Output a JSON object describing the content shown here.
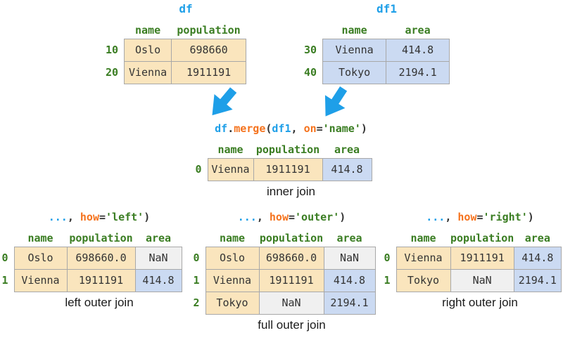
{
  "colors": {
    "azure": "#1E9FE8",
    "orange": "#F5731E",
    "green": "#3A7D22",
    "cell_wheat": "#FAE5BD",
    "cell_blue": "#CBDAF2",
    "cell_gray": "#F0F0F0",
    "cell_border": "#A8A8A8",
    "text": "#333333"
  },
  "icons": {
    "left_arrow": "thick-down-left-arrow",
    "right_arrow": "thick-down-left-arrow"
  },
  "tables": {
    "df": {
      "title": "df",
      "headers": [
        "name",
        "population"
      ],
      "rows": [
        {
          "index": "10",
          "cells": [
            "Oslo",
            "698660"
          ]
        },
        {
          "index": "20",
          "cells": [
            "Vienna",
            "1911191"
          ]
        }
      ]
    },
    "df1": {
      "title": "df1",
      "headers": [
        "name",
        "area"
      ],
      "rows": [
        {
          "index": "30",
          "cells": [
            "Vienna",
            "414.8"
          ]
        },
        {
          "index": "40",
          "cells": [
            "Tokyo",
            "2194.1"
          ]
        }
      ]
    },
    "inner": {
      "code": {
        "obj": "df",
        "dot": ".",
        "method": "merge",
        "open": "(",
        "arg": "df1",
        "sep": ", ",
        "kw": "on",
        "eq": "=",
        "val": "'name'",
        "close": ")"
      },
      "headers": [
        "name",
        "population",
        "area"
      ],
      "rows": [
        {
          "index": "0",
          "cells": [
            "Vienna",
            "1911191",
            "414.8"
          ]
        }
      ],
      "label": "inner join"
    },
    "left": {
      "code": {
        "ellipsis": "...",
        "sep": ", ",
        "kw": "how",
        "eq": "=",
        "val": "'left'",
        "close": ")"
      },
      "headers": [
        "name",
        "population",
        "area"
      ],
      "rows": [
        {
          "index": "0",
          "cells": [
            "Oslo",
            "698660.0",
            "NaN"
          ]
        },
        {
          "index": "1",
          "cells": [
            "Vienna",
            "1911191",
            "414.8"
          ]
        }
      ],
      "label": "left outer join"
    },
    "outer": {
      "code": {
        "ellipsis": "...",
        "sep": ", ",
        "kw": "how",
        "eq": "=",
        "val": "'outer'",
        "close": ")"
      },
      "headers": [
        "name",
        "population",
        "area"
      ],
      "rows": [
        {
          "index": "0",
          "cells": [
            "Oslo",
            "698660.0",
            "NaN"
          ]
        },
        {
          "index": "1",
          "cells": [
            "Vienna",
            "1911191",
            "414.8"
          ]
        },
        {
          "index": "2",
          "cells": [
            "Tokyo",
            "NaN",
            "2194.1"
          ]
        }
      ],
      "label": "full outer join"
    },
    "right": {
      "code": {
        "ellipsis": "...",
        "sep": ", ",
        "kw": "how",
        "eq": "=",
        "val": "'right'",
        "close": ")"
      },
      "headers": [
        "name",
        "population",
        "area"
      ],
      "rows": [
        {
          "index": "0",
          "cells": [
            "Vienna",
            "1911191",
            "414.8"
          ]
        },
        {
          "index": "1",
          "cells": [
            "Tokyo",
            "NaN",
            "2194.1"
          ]
        }
      ],
      "label": "right outer join"
    }
  }
}
